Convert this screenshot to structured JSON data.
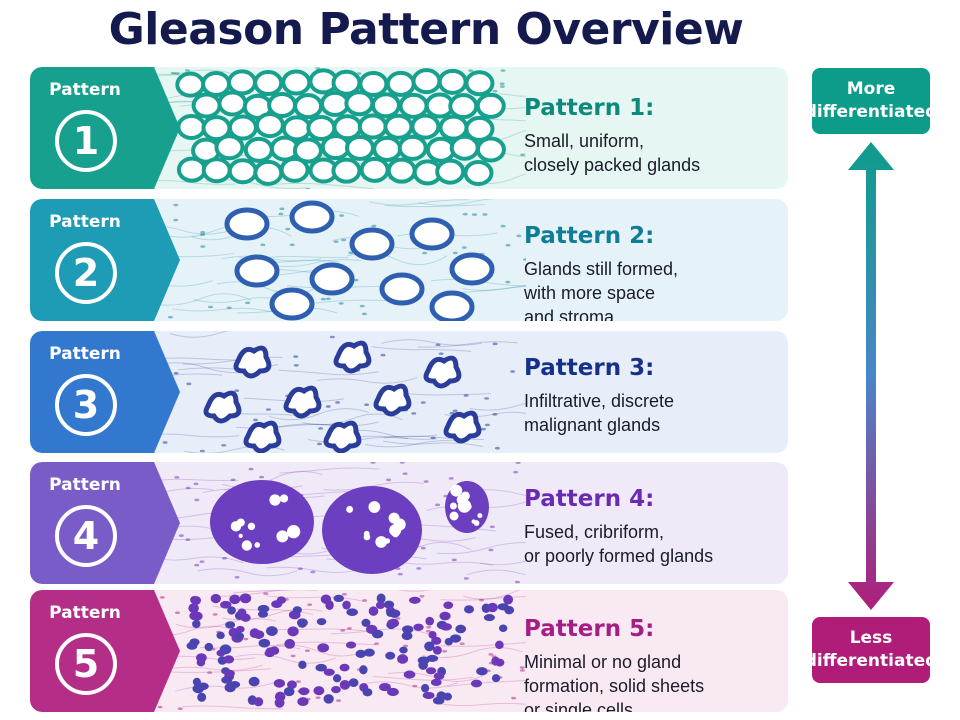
{
  "title": "Gleason Pattern Overview",
  "scale": {
    "top_label": "More differentiated",
    "bottom_label": "Less differentiated",
    "top_color": "#0e9c8a",
    "bottom_color": "#b01d78"
  },
  "patterns": [
    {
      "badge_label": "Pattern",
      "number": "1",
      "heading": "Pattern 1:",
      "description": [
        "Small, uniform,",
        "closely packed glands"
      ],
      "badge_color": "#18a08e",
      "heading_color": "#0e8a7c",
      "panel_color": "#e6f6f3"
    },
    {
      "badge_label": "Pattern",
      "number": "2",
      "heading": "Pattern 2:",
      "description": [
        "Glands still formed,",
        "with more space",
        "and stroma"
      ],
      "badge_color": "#1e9cb5",
      "heading_color": "#0f7d98",
      "panel_color": "#e5f3f8"
    },
    {
      "badge_label": "Pattern",
      "number": "3",
      "heading": "Pattern 3:",
      "description": [
        "Infiltrative, discrete",
        "malignant glands"
      ],
      "badge_color": "#3278cf",
      "heading_color": "#16318a",
      "panel_color": "#e8eef9"
    },
    {
      "badge_label": "Pattern",
      "number": "4",
      "heading": "Pattern 4:",
      "description": [
        "Fused, cribriform,",
        "or poorly formed glands"
      ],
      "badge_color": "#7a5cc9",
      "heading_color": "#6a2bb3",
      "panel_color": "#f0eaf8"
    },
    {
      "badge_label": "Pattern",
      "number": "5",
      "heading": "Pattern 5:",
      "description": [
        "Minimal or no gland",
        "formation, solid sheets",
        "or single cells"
      ],
      "badge_color": "#b42d86",
      "heading_color": "#a41e86",
      "panel_color": "#f9e9f2"
    }
  ]
}
